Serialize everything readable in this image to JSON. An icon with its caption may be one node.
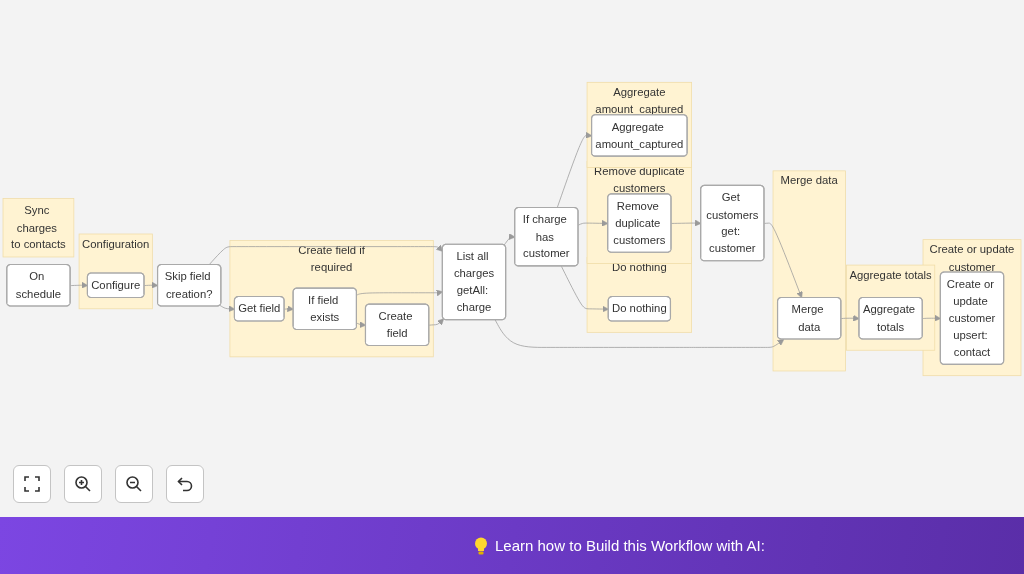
{
  "diagram": {
    "nodes": [
      {
        "text": [
          "Sync charges to contacts"
        ]
      },
      {
        "text": [
          "On schedule"
        ]
      },
      {
        "text": [
          "Configuration"
        ]
      },
      {
        "text": [
          "Configure"
        ],
        "in": 2
      },
      {
        "text": [
          "Skip field creation?"
        ]
      },
      {
        "text": [
          "Create field if required"
        ]
      },
      {
        "text": [
          "Get field"
        ],
        "in": 5
      },
      {
        "text": [
          "If field exists"
        ],
        "in": 5
      },
      {
        "text": [
          "Create field"
        ],
        "in": 5
      },
      {
        "text": [
          "List all charges",
          "getAll: charge"
        ]
      },
      {
        "text": [
          "If charge has customer"
        ]
      },
      {
        "text": [
          "Aggregate amount_captured"
        ]
      },
      {
        "text": [
          "Aggregate amount_captured"
        ],
        "in": 11
      },
      {
        "text": [
          "Remove duplicate customers"
        ]
      },
      {
        "text": [
          "Remove duplicate customers"
        ],
        "in": 13
      },
      {
        "text": [
          "Do nothing"
        ]
      },
      {
        "text": [
          "Do nothing"
        ],
        "in": 15
      },
      {
        "text": [
          "Get customers",
          "get: customer"
        ]
      },
      {
        "text": [
          "Merge data"
        ]
      },
      {
        "text": [
          "Merge data"
        ],
        "in": 18
      },
      {
        "text": [
          "Aggregate totals"
        ]
      },
      {
        "text": [
          "Aggregate totals"
        ],
        "in": 20
      },
      {
        "text": [
          "Create or update customer"
        ]
      },
      {
        "text": [
          "Create or update customer",
          "upsert: contact"
        ],
        "in": 22
      }
    ],
    "edges": [
      {
        "from": 1,
        "to": 3,
        "arrow": "to"
      },
      {
        "from": 3,
        "to": 4,
        "arrow": "to"
      },
      {
        "from": 4,
        "to": 9,
        "arrow": "to"
      },
      {
        "from": 4,
        "to": 6,
        "arrow": "to"
      },
      {
        "from": 6,
        "to": 7,
        "arrow": "to"
      },
      {
        "from": 7,
        "to": 9,
        "arrow": "to"
      },
      {
        "from": 7,
        "to": 8,
        "arrow": "to"
      },
      {
        "from": 8,
        "to": 9,
        "arrow": "to"
      },
      {
        "from": 9,
        "to": 10,
        "arrow": "to"
      },
      {
        "from": 9,
        "to": 19,
        "arrow": "to"
      },
      {
        "from": 10,
        "to": 12,
        "arrow": "to"
      },
      {
        "from": 10,
        "to": 14,
        "arrow": "to"
      },
      {
        "from": 10,
        "to": 16,
        "arrow": "to"
      },
      {
        "from": 14,
        "to": 17,
        "arrow": "to"
      },
      {
        "from": 17,
        "to": 19,
        "arrow": "to"
      },
      {
        "from": 19,
        "to": 21,
        "arrow": "to"
      },
      {
        "from": 21,
        "to": 23,
        "arrow": "to"
      }
    ],
    "labels": [
      "Learn how to Build this Workflow with AI:"
    ]
  }
}
